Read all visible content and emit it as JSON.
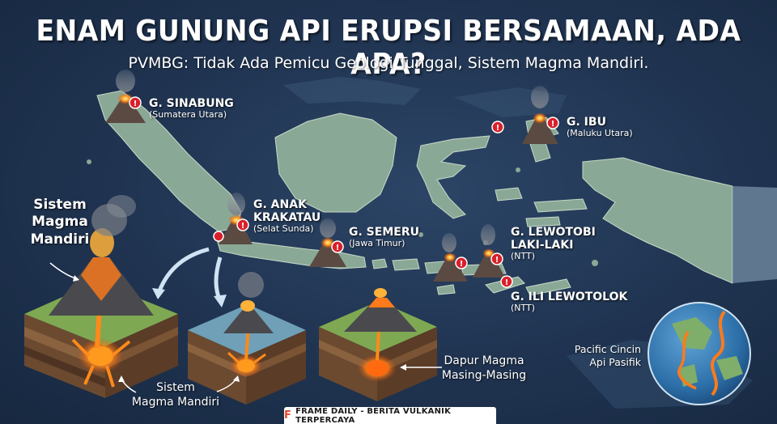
{
  "header": {
    "title": "ENAM GUNUNG API ERUPSI BERSAMAAN, ADA APA?",
    "subtitle": "PVMBG: Tidak Ada Pemicu Geologi Tunggal, Sistem Magma Mandiri."
  },
  "volcanoes": [
    {
      "name": "G. SINABUNG",
      "region": "(Sumatera Utara)"
    },
    {
      "name": "G. ANAK KRAKATAU",
      "name_lines": [
        "G. ANAK",
        "KRAKATAU"
      ],
      "region": "(Selat Sunda)"
    },
    {
      "name": "G. SEMERU",
      "region": "(Jawa Timur)"
    },
    {
      "name": "G. LEWOTOBI LAKI-LAKI",
      "name_lines": [
        "G. LEWOTOBI",
        "LAKI-LAKI"
      ],
      "region": "(NTT)"
    },
    {
      "name": "G. ILI LEWOTOLOK",
      "region": "(NTT)"
    },
    {
      "name": "G. IBU",
      "region": "(Maluku Utara)"
    }
  ],
  "diagram": {
    "main_label_lines": [
      "Sistem",
      "Magma",
      "Mandiri"
    ],
    "bottom_label_lines": [
      "Sistem",
      "Magma Mandiri"
    ],
    "chamber_label_lines": [
      "Dapur Magma",
      "Masing-Masing"
    ]
  },
  "globe": {
    "label_lines": [
      "Pacific Cincin",
      "Api Pasifik"
    ]
  },
  "footer": {
    "logo": "F",
    "text": "FRAME DAILY - BERITA VULKANIK TERPERCAYA"
  },
  "colors": {
    "ocean": "#1f3350",
    "land": "#8aa896",
    "lava": "#ff7a1a",
    "alert": "#d9202a",
    "text": "#ffffff"
  }
}
